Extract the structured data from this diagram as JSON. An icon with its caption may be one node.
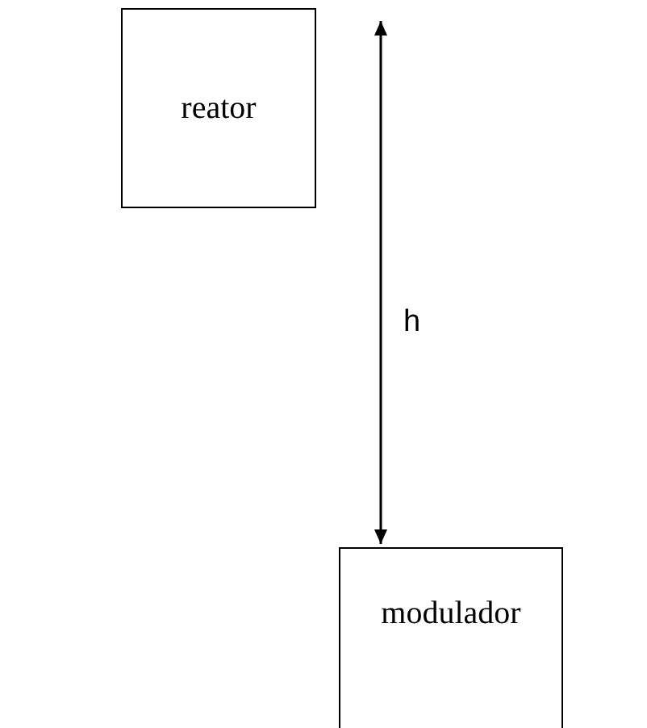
{
  "diagram": {
    "nodes": [
      {
        "text": [
          "reator"
        ]
      },
      {
        "text": [
          "modulador"
        ]
      }
    ],
    "labels": [
      "h"
    ]
  }
}
